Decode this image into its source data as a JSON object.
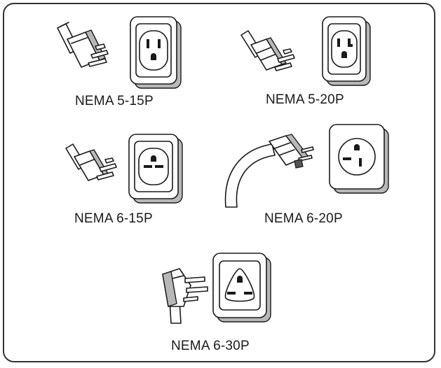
{
  "connectors": [
    {
      "id": "5-15p",
      "label": "NEMA 5-15P"
    },
    {
      "id": "5-20p",
      "label": "NEMA 5-20P"
    },
    {
      "id": "6-15p",
      "label": "NEMA 6-15P"
    },
    {
      "id": "6-20p",
      "label": "NEMA 6-20P"
    },
    {
      "id": "6-30p",
      "label": "NEMA 6-30P"
    }
  ]
}
